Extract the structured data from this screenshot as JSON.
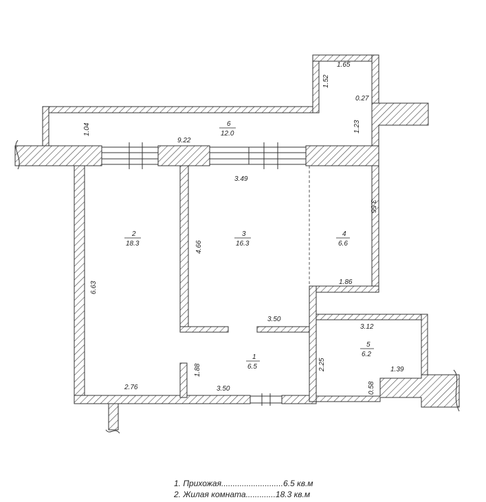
{
  "rooms": [
    {
      "num": "1",
      "area": "6.5"
    },
    {
      "num": "2",
      "area": "18.3"
    },
    {
      "num": "3",
      "area": "16.3"
    },
    {
      "num": "4",
      "area": "6.6"
    },
    {
      "num": "5",
      "area": "6.2"
    },
    {
      "num": "6",
      "area": "12.0"
    }
  ],
  "dims": {
    "d165": "1.65",
    "d152": "1.52",
    "d027": "0.27",
    "d123": "1.23",
    "d104": "1.04",
    "d922": "9.22",
    "d349": "3.49",
    "d356": "3.56",
    "d466": "4.66",
    "d663": "6.63",
    "d186": "1.86",
    "d350a": "3.50",
    "d312": "3.12",
    "d225": "2.25",
    "d188": "1.88",
    "d276": "2.76",
    "d350b": "3.50",
    "d139": "1.39",
    "d058": "0.58"
  },
  "legend": [
    "1. Прихожая...........................6.5 кв.м",
    "2. Жилая комната.............18.3 кв.м"
  ]
}
